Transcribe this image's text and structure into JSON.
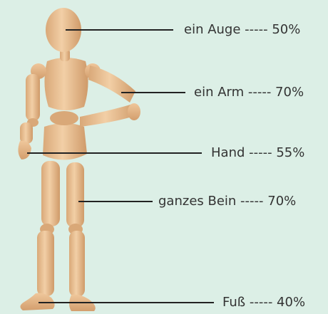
{
  "colors": {
    "background": "#dcefe6",
    "wood_light": "#f2cfa6",
    "wood_mid": "#e2b283",
    "wood_dark": "#c98f5f",
    "line": "#222222",
    "text": "#333333"
  },
  "annotations": [
    {
      "id": "eye",
      "text": "ein Auge ----- 50%"
    },
    {
      "id": "arm",
      "text": "ein Arm ----- 70%"
    },
    {
      "id": "hand",
      "text": "Hand ----- 55%"
    },
    {
      "id": "leg",
      "text": "ganzes Bein ----- 70%"
    },
    {
      "id": "foot",
      "text": "Fuß ----- 40%"
    }
  ]
}
